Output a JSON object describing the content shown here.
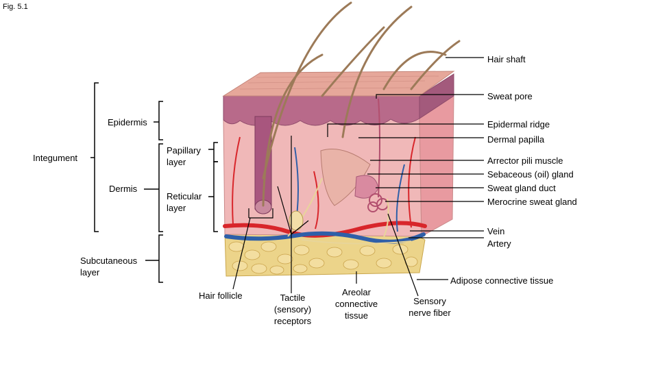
{
  "figure": {
    "label": "Fig. 5.1"
  },
  "brackets": {
    "integument": "Integument",
    "epidermis": "Epidermis",
    "dermis": "Dermis",
    "papillary": [
      "Papillary",
      "layer"
    ],
    "reticular": [
      "Reticular",
      "layer"
    ],
    "subcutaneous": [
      "Subcutaneous",
      "layer"
    ]
  },
  "labels_right": {
    "hair_shaft": "Hair shaft",
    "sweat_pore": "Sweat pore",
    "epidermal_ridge": "Epidermal ridge",
    "dermal_papilla": "Dermal papilla",
    "arrector_pili": "Arrector pili muscle",
    "sebaceous_gland": "Sebaceous (oil) gland",
    "sweat_gland_duct": "Sweat gland duct",
    "merocrine_gland": "Merocrine sweat gland",
    "vein": "Vein",
    "artery": "Artery",
    "adipose": "Adipose connective tissue"
  },
  "labels_bottom": {
    "hair_follicle": "Hair follicle",
    "tactile": [
      "Tactile",
      "(sensory)",
      "receptors"
    ],
    "areolar": [
      "Areolar",
      "connective",
      "tissue"
    ],
    "sensory_nerve": [
      "Sensory",
      "nerve fiber"
    ]
  },
  "colors": {
    "epidermis": "#b86a8a",
    "surface": "#e6a79a",
    "dermis": "#f0b8b8",
    "fat": "#ecd48a",
    "artery": "#d8262b",
    "vein": "#2f5fa8",
    "nerve": "#e8d59a",
    "hair": "#9c7a58"
  }
}
